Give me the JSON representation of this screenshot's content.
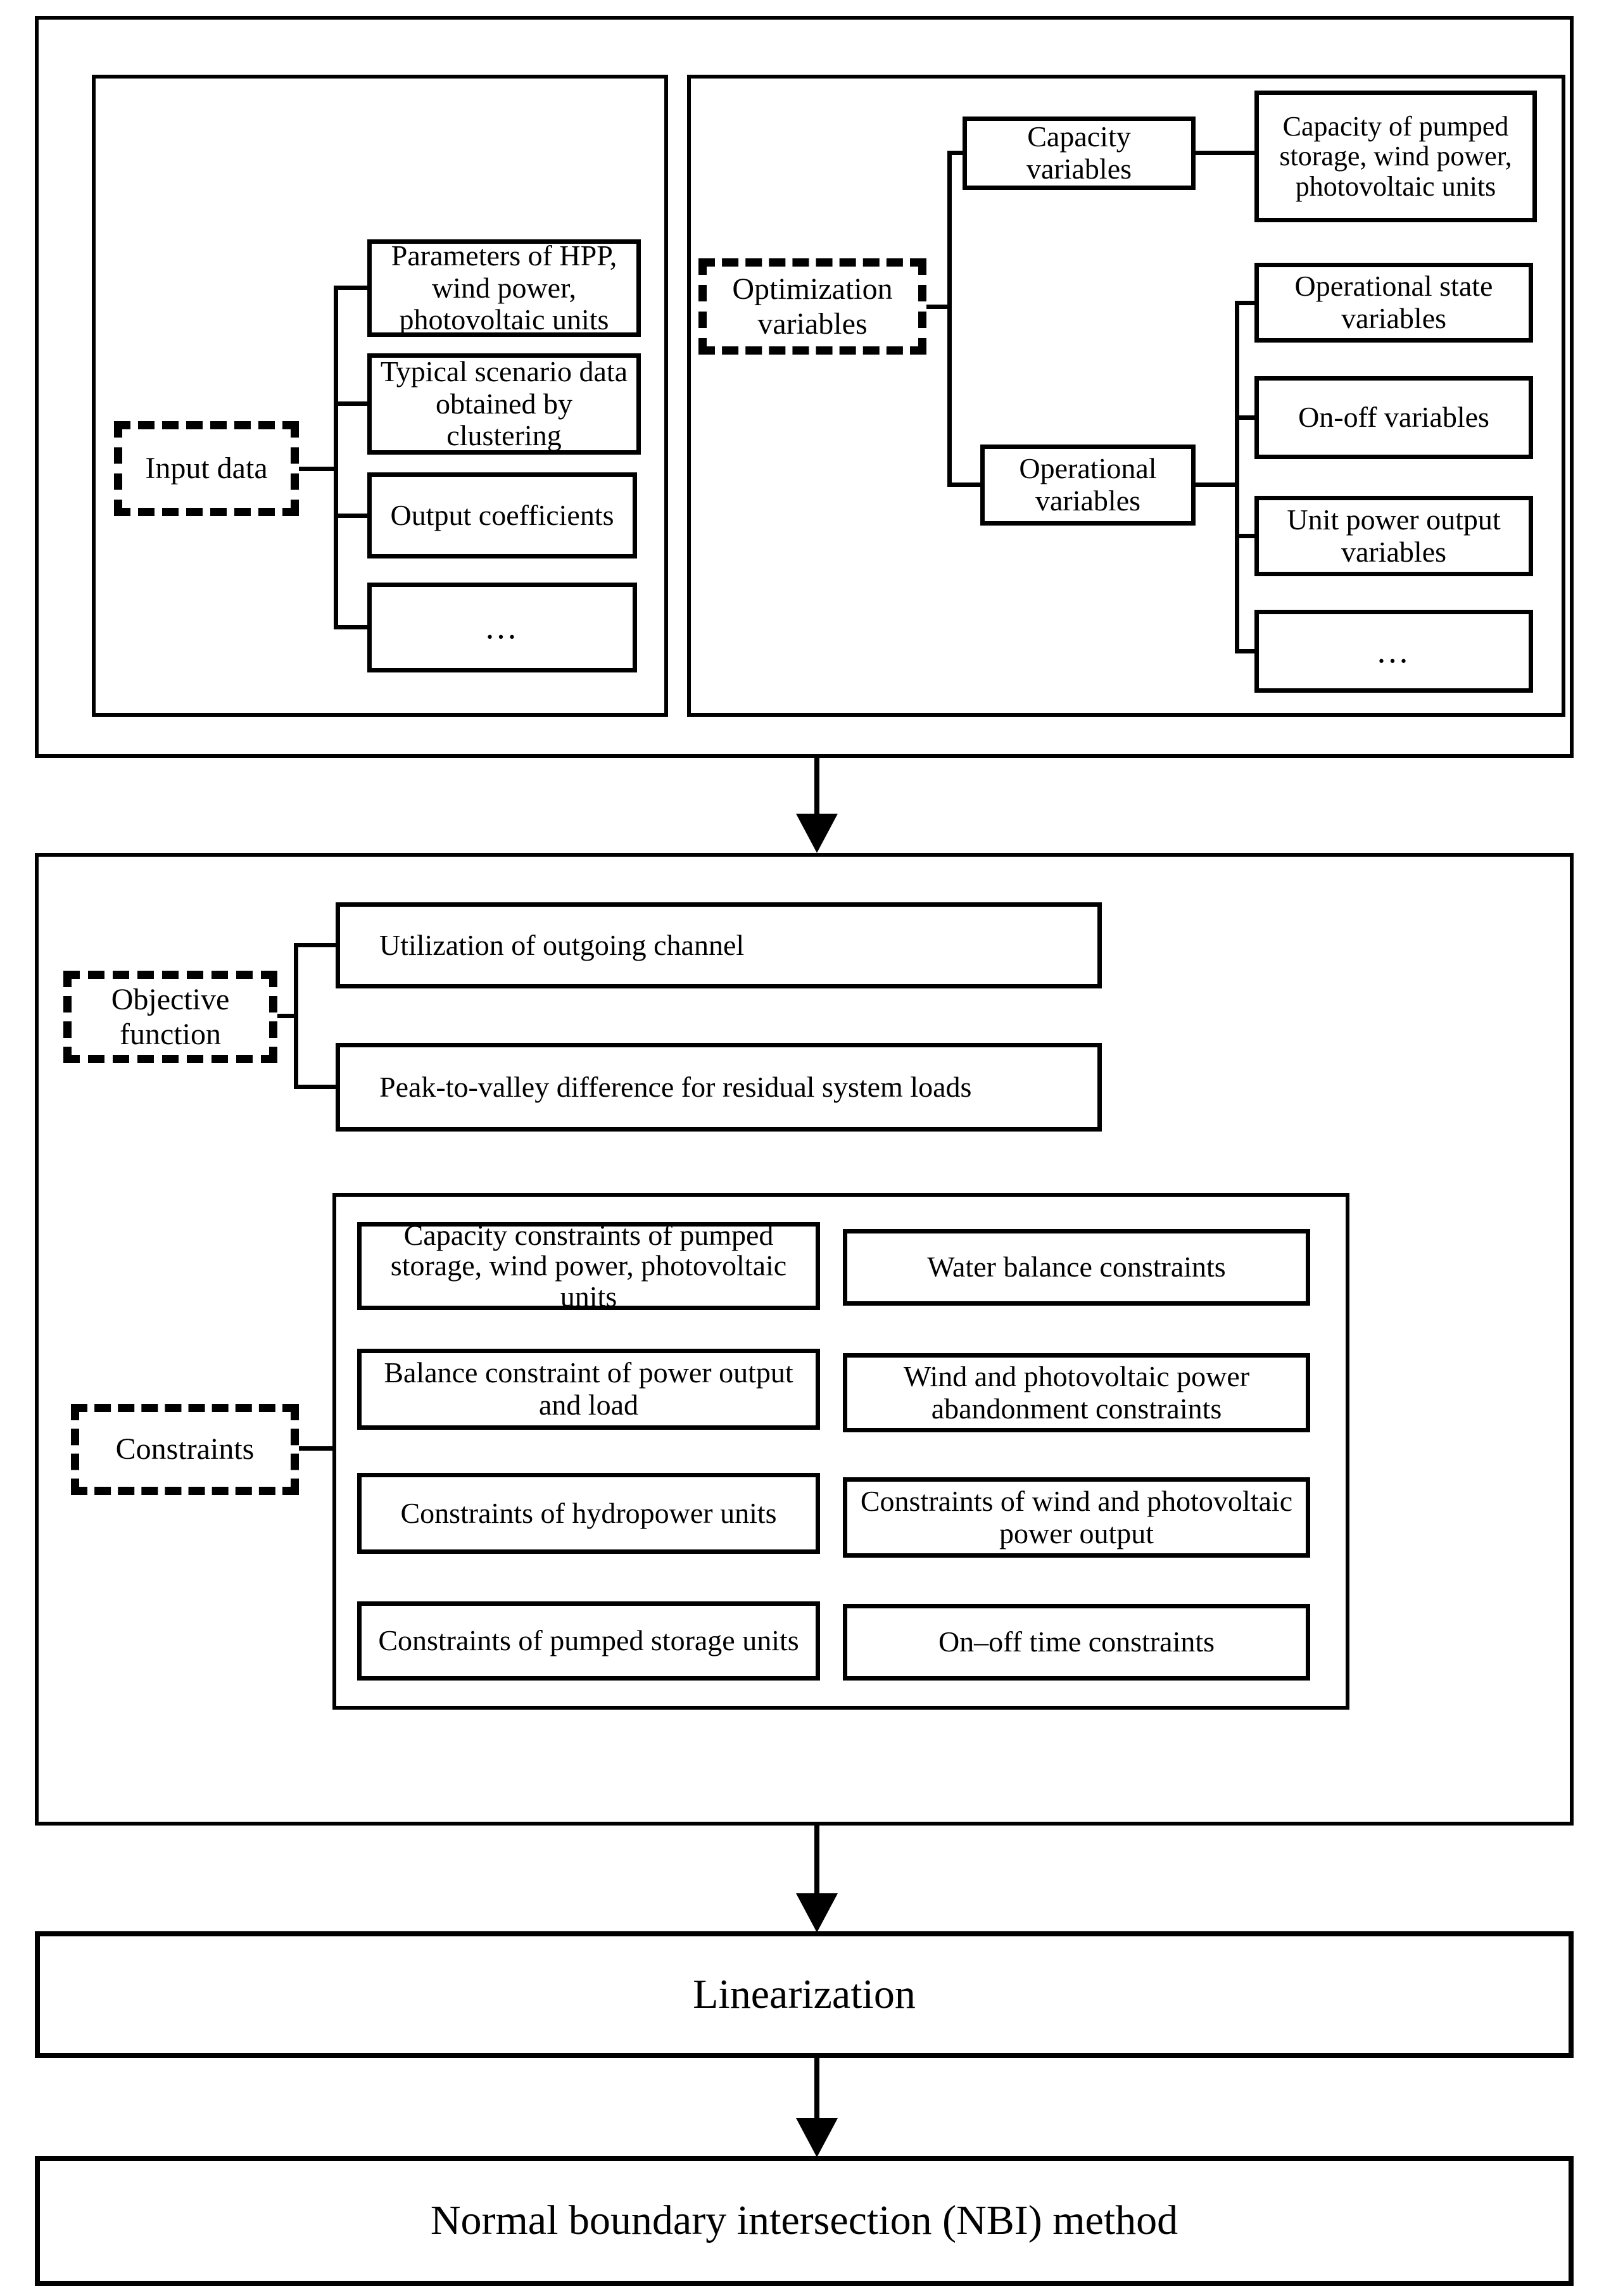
{
  "model_box": {
    "input_data": {
      "label": "Input data",
      "items": [
        "Parameters of HPP, wind power, photovoltaic units",
        "Typical scenario data obtained by clustering",
        "Output coefficients",
        "..."
      ]
    },
    "optimization_variables": {
      "label": "Optimization variables",
      "capacity": {
        "label": "Capacity variables",
        "detail": "Capacity of pumped storage, wind power, photovoltaic units"
      },
      "operational": {
        "label": "Operational variables",
        "items": [
          "Operational state variables",
          "On-off variables",
          "Unit power output variables",
          "..."
        ]
      }
    }
  },
  "formulation_box": {
    "objective_function": {
      "label": "Objective function",
      "items": [
        "Utilization of outgoing channel",
        "Peak-to-valley difference for residual system loads"
      ]
    },
    "constraints": {
      "label": "Constraints",
      "left_items": [
        "Capacity constraints of pumped storage, wind power, photovoltaic units",
        "Balance constraint of power output and load",
        "Constraints of hydropower units",
        "Constraints of pumped storage units"
      ],
      "right_items": [
        "Water balance constraints",
        "Wind and photovoltaic power abandonment constraints",
        "Constraints of wind and photovoltaic power output",
        "On–off time constraints"
      ]
    }
  },
  "steps": {
    "linearization": "Linearization",
    "nbi": "Normal boundary intersection (NBI) method"
  },
  "colors": {
    "line": "#000000",
    "background": "#ffffff"
  }
}
